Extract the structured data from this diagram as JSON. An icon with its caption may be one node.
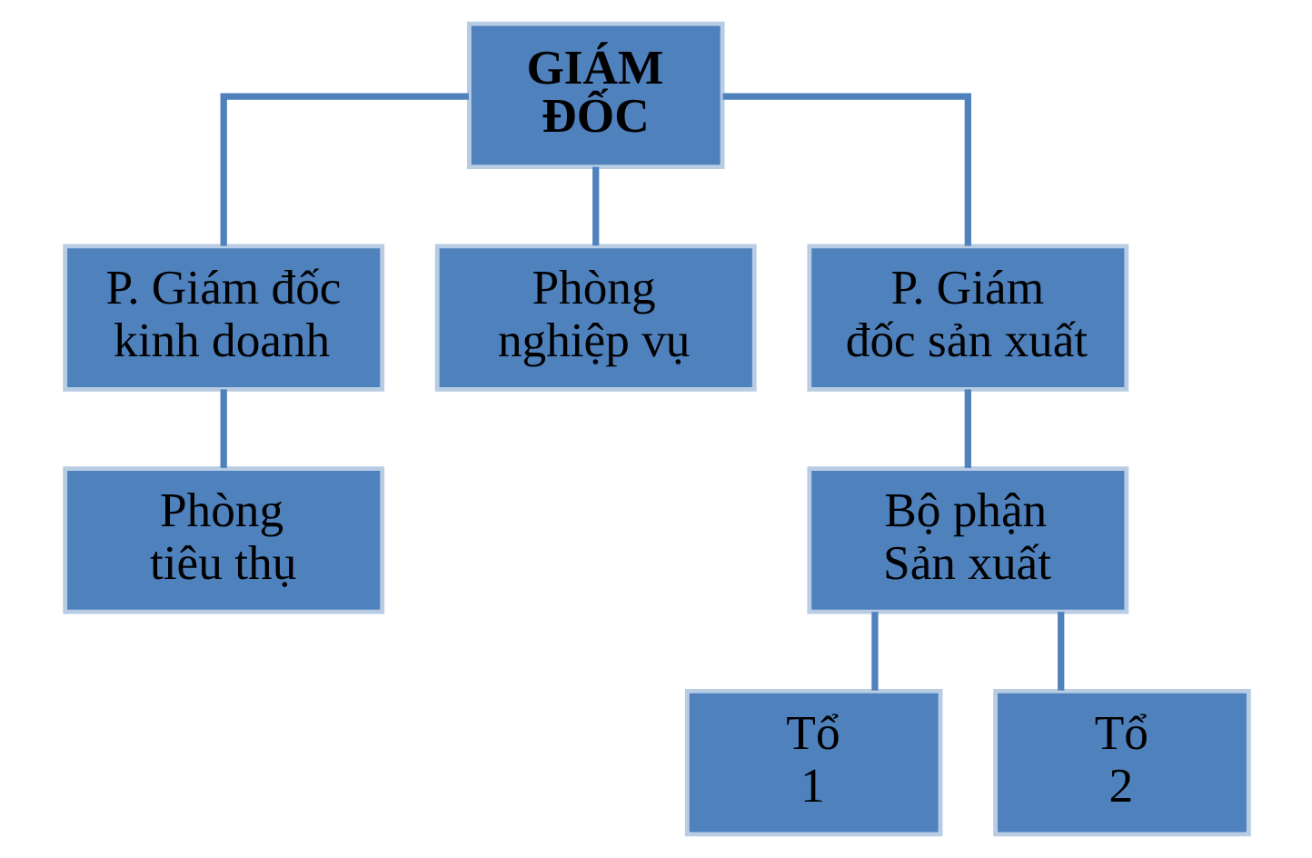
{
  "diagram": {
    "nodes": [
      {
        "text": [
          "GIÁM ĐỐC"
        ]
      },
      {
        "text": [
          "P. Giám đốc kinh doanh"
        ]
      },
      {
        "text": [
          "Phòng nghiệp vụ"
        ]
      },
      {
        "text": [
          "P. Giám đốc sản xuất"
        ]
      },
      {
        "text": [
          "Phòng tiêu thụ"
        ]
      },
      {
        "text": [
          "Bộ phận Sản xuất"
        ]
      },
      {
        "text": [
          "Tổ 1"
        ]
      },
      {
        "text": [
          "Tổ 2"
        ]
      }
    ],
    "edges": [
      {
        "from": 0,
        "to": 1,
        "arrow": "none"
      },
      {
        "from": 0,
        "to": 2,
        "arrow": "none"
      },
      {
        "from": 0,
        "to": 3,
        "arrow": "none"
      },
      {
        "from": 1,
        "to": 4,
        "arrow": "none"
      },
      {
        "from": 3,
        "to": 5,
        "arrow": "none"
      },
      {
        "from": 5,
        "to": 6,
        "arrow": "none"
      },
      {
        "from": 5,
        "to": 7,
        "arrow": "none"
      }
    ]
  }
}
